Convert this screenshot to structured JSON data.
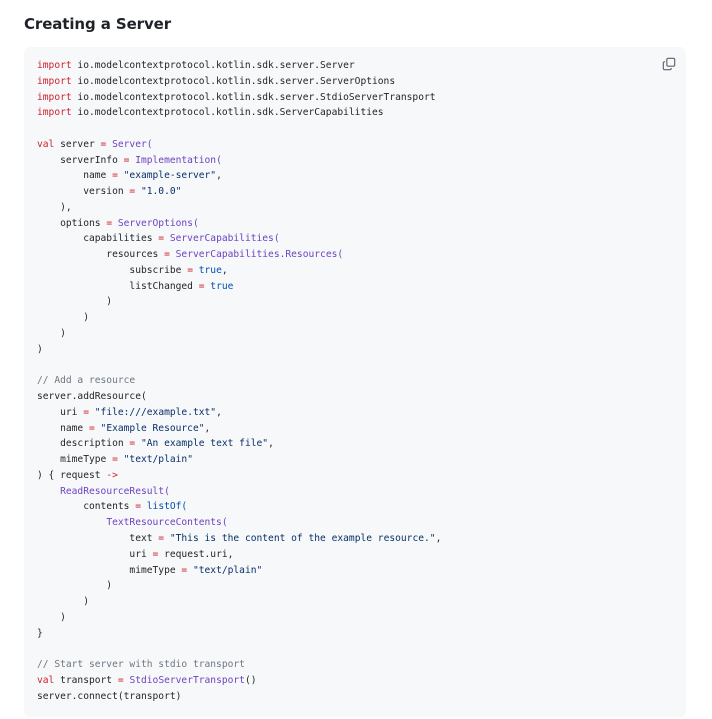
{
  "heading": {
    "title": "Creating a Server"
  },
  "code_block": {
    "language": "kotlin",
    "copy_icon": "copy-icon",
    "colors": {
      "background": "#f6f8fa",
      "keyword": "#cf222e",
      "operator": "#cf222e",
      "class_call": "#6f42c1",
      "string": "#0a3069",
      "constant": "#0550ae",
      "comment": "#6e7781",
      "text": "#1f2328"
    },
    "lines": [
      [
        [
          "kw",
          "import"
        ],
        [
          "plain",
          " io.modelcontextprotocol.kotlin.sdk.server.Server"
        ]
      ],
      [
        [
          "kw",
          "import"
        ],
        [
          "plain",
          " io.modelcontextprotocol.kotlin.sdk.server.ServerOptions"
        ]
      ],
      [
        [
          "kw",
          "import"
        ],
        [
          "plain",
          " io.modelcontextprotocol.kotlin.sdk.server.StdioServerTransport"
        ]
      ],
      [
        [
          "kw",
          "import"
        ],
        [
          "plain",
          " io.modelcontextprotocol.kotlin.sdk.ServerCapabilities"
        ]
      ],
      [],
      [
        [
          "kw",
          "val"
        ],
        [
          "plain",
          " server "
        ],
        [
          "op",
          "="
        ],
        [
          "plain",
          " "
        ],
        [
          "fn",
          "Server("
        ]
      ],
      [
        [
          "plain",
          "    serverInfo "
        ],
        [
          "op",
          "="
        ],
        [
          "plain",
          " "
        ],
        [
          "fn",
          "Implementation("
        ]
      ],
      [
        [
          "plain",
          "        name "
        ],
        [
          "op",
          "="
        ],
        [
          "plain",
          " "
        ],
        [
          "str",
          "\"example-server\""
        ],
        [
          "plain",
          ","
        ]
      ],
      [
        [
          "plain",
          "        version "
        ],
        [
          "op",
          "="
        ],
        [
          "plain",
          " "
        ],
        [
          "str",
          "\"1.0.0\""
        ]
      ],
      [
        [
          "plain",
          "    ),"
        ]
      ],
      [
        [
          "plain",
          "    options "
        ],
        [
          "op",
          "="
        ],
        [
          "plain",
          " "
        ],
        [
          "fn",
          "ServerOptions("
        ]
      ],
      [
        [
          "plain",
          "        capabilities "
        ],
        [
          "op",
          "="
        ],
        [
          "plain",
          " "
        ],
        [
          "fn",
          "ServerCapabilities("
        ]
      ],
      [
        [
          "plain",
          "            resources "
        ],
        [
          "op",
          "="
        ],
        [
          "plain",
          " "
        ],
        [
          "fn",
          "ServerCapabilities.Resources("
        ]
      ],
      [
        [
          "plain",
          "                subscribe "
        ],
        [
          "op",
          "="
        ],
        [
          "plain",
          " "
        ],
        [
          "const",
          "true"
        ],
        [
          "plain",
          ","
        ]
      ],
      [
        [
          "plain",
          "                listChanged "
        ],
        [
          "op",
          "="
        ],
        [
          "plain",
          " "
        ],
        [
          "const",
          "true"
        ]
      ],
      [
        [
          "plain",
          "            )"
        ]
      ],
      [
        [
          "plain",
          "        )"
        ]
      ],
      [
        [
          "plain",
          "    )"
        ]
      ],
      [
        [
          "plain",
          ")"
        ]
      ],
      [],
      [
        [
          "cm",
          "// Add a resource"
        ]
      ],
      [
        [
          "plain",
          "server.addResource("
        ]
      ],
      [
        [
          "plain",
          "    uri "
        ],
        [
          "op",
          "="
        ],
        [
          "plain",
          " "
        ],
        [
          "str",
          "\"file:///example.txt\""
        ],
        [
          "plain",
          ","
        ]
      ],
      [
        [
          "plain",
          "    name "
        ],
        [
          "op",
          "="
        ],
        [
          "plain",
          " "
        ],
        [
          "str",
          "\"Example Resource\""
        ],
        [
          "plain",
          ","
        ]
      ],
      [
        [
          "plain",
          "    description "
        ],
        [
          "op",
          "="
        ],
        [
          "plain",
          " "
        ],
        [
          "str",
          "\"An example text file\""
        ],
        [
          "plain",
          ","
        ]
      ],
      [
        [
          "plain",
          "    mimeType "
        ],
        [
          "op",
          "="
        ],
        [
          "plain",
          " "
        ],
        [
          "str",
          "\"text/plain\""
        ]
      ],
      [
        [
          "plain",
          ") { request "
        ],
        [
          "op",
          "->"
        ]
      ],
      [
        [
          "plain",
          "    "
        ],
        [
          "fn",
          "ReadResourceResult("
        ]
      ],
      [
        [
          "plain",
          "        contents "
        ],
        [
          "op",
          "="
        ],
        [
          "plain",
          " "
        ],
        [
          "call",
          "listOf("
        ]
      ],
      [
        [
          "plain",
          "            "
        ],
        [
          "fn",
          "TextResourceContents("
        ]
      ],
      [
        [
          "plain",
          "                text "
        ],
        [
          "op",
          "="
        ],
        [
          "plain",
          " "
        ],
        [
          "str",
          "\"This is the content of the example resource.\""
        ],
        [
          "plain",
          ","
        ]
      ],
      [
        [
          "plain",
          "                uri "
        ],
        [
          "op",
          "="
        ],
        [
          "plain",
          " request.uri,"
        ]
      ],
      [
        [
          "plain",
          "                mimeType "
        ],
        [
          "op",
          "="
        ],
        [
          "plain",
          " "
        ],
        [
          "str",
          "\"text/plain\""
        ]
      ],
      [
        [
          "plain",
          "            )"
        ]
      ],
      [
        [
          "plain",
          "        )"
        ]
      ],
      [
        [
          "plain",
          "    )"
        ]
      ],
      [
        [
          "plain",
          "}"
        ]
      ],
      [],
      [
        [
          "cm",
          "// Start server with stdio transport"
        ]
      ],
      [
        [
          "kw",
          "val"
        ],
        [
          "plain",
          " transport "
        ],
        [
          "op",
          "="
        ],
        [
          "plain",
          " "
        ],
        [
          "fn",
          "StdioServerTransport"
        ],
        [
          "plain",
          "()"
        ]
      ],
      [
        [
          "plain",
          "server.connect(transport)"
        ]
      ]
    ]
  }
}
